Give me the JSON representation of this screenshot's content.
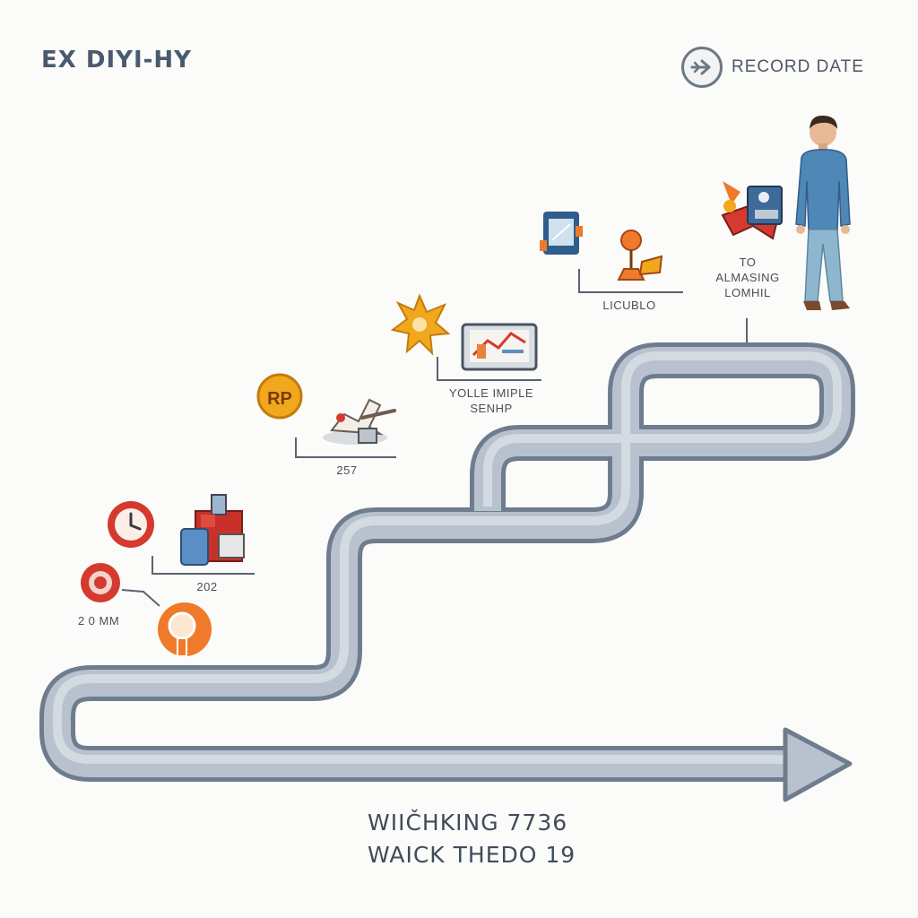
{
  "header": {
    "title": "EX DIYI-HY",
    "record_label": "RECORD DATE",
    "record_icon": "arrow-right-icon"
  },
  "milestones": [
    {
      "label": "2 0 MM",
      "icons": [
        "target-badge-icon",
        "magnifier-key-icon"
      ]
    },
    {
      "label": "202",
      "icons": [
        "clock-icon",
        "office-supplies-icon"
      ]
    },
    {
      "label": "257",
      "icons": [
        "rp-coin-icon",
        "robot-arm-icon"
      ]
    },
    {
      "label_line1": "YOLLE IMIPLE",
      "label_line2": "SENHP",
      "icons": [
        "gear-spark-icon",
        "monitor-chart-icon"
      ]
    },
    {
      "label": "LICUBLO",
      "icons": [
        "screen-device-icon",
        "desk-lamp-icon"
      ]
    },
    {
      "label_line1": "TO",
      "label_line2": "ALMASING",
      "label_line3": "LOMHIL",
      "icons": [
        "machinery-icon",
        "person-figure"
      ]
    }
  ],
  "footer": {
    "line1": "WIIČHKING 7736",
    "line2": "WAICK THEDO 19"
  },
  "colors": {
    "path_outer": "#6e7c8e",
    "path_inner": "#b8c2ce",
    "accent_red": "#d43a2f",
    "accent_orange": "#ef7a2a",
    "accent_yellow": "#f2a81d",
    "shirt_blue": "#4f87b7"
  }
}
